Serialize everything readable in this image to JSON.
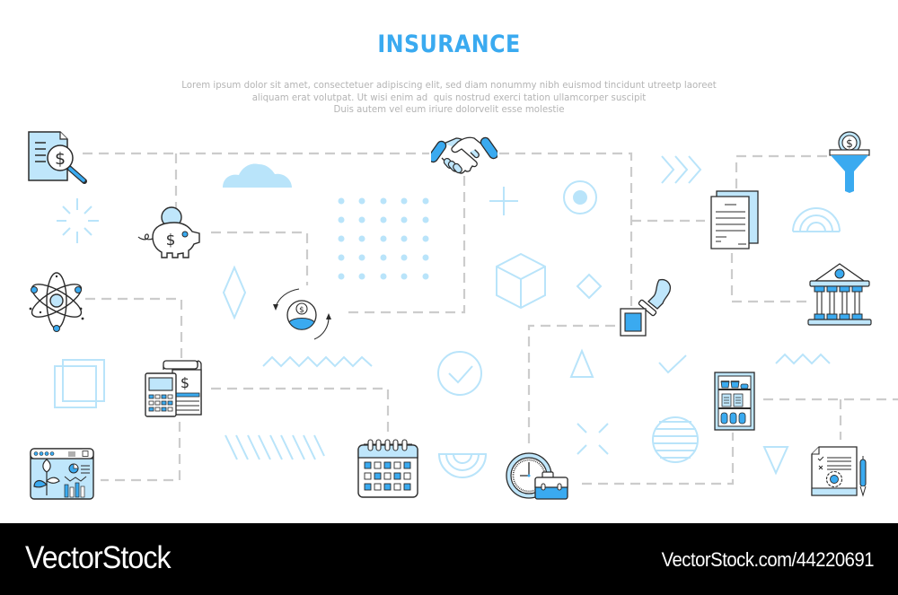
{
  "header": {
    "title": "INSURANCE",
    "subtitle_lines": [
      "Lorem ipsum dolor sit amet, consectetuer adipiscing elit, sed diam nonummy nibh euismod tincidunt utreetp laoreet",
      "aliquam erat volutpat. Ut wisi enim ad  quis nostrud exerci tation ullamcorper suscipit",
      "Duis autem vel eum iriure dolorvelit esse molestie"
    ]
  },
  "colors": {
    "accent": "#3aaaf0",
    "accent_light": "#bfe6fb",
    "decor": "#b9e4fa",
    "outline": "#2b2b2b",
    "connector": "#cccccc",
    "subtitle": "#b4b4b4",
    "footer_bg": "#000000"
  },
  "icons": [
    {
      "id": "document-dollar-search",
      "label": "document-dollar-search-icon"
    },
    {
      "id": "piggy-bank",
      "label": "piggy-bank-icon"
    },
    {
      "id": "atom",
      "label": "atom-icon"
    },
    {
      "id": "calculator-invoice",
      "label": "calculator-invoice-icon"
    },
    {
      "id": "web-growth-dashboard",
      "label": "web-growth-dashboard-icon"
    },
    {
      "id": "handshake",
      "label": "handshake-icon"
    },
    {
      "id": "dollar-user-cycle",
      "label": "dollar-user-cycle-icon"
    },
    {
      "id": "calendar",
      "label": "calendar-icon"
    },
    {
      "id": "stamp",
      "label": "stamp-icon"
    },
    {
      "id": "clock-briefcase",
      "label": "clock-briefcase-icon"
    },
    {
      "id": "documents",
      "label": "documents-icon"
    },
    {
      "id": "money-funnel",
      "label": "money-funnel-icon"
    },
    {
      "id": "bank",
      "label": "bank-icon"
    },
    {
      "id": "storage-cabinet",
      "label": "storage-cabinet-icon"
    },
    {
      "id": "contract-settings-pen",
      "label": "contract-settings-pen-icon"
    }
  ],
  "footer": {
    "brand": "VectorStock",
    "link": "VectorStock.com/44220691"
  }
}
